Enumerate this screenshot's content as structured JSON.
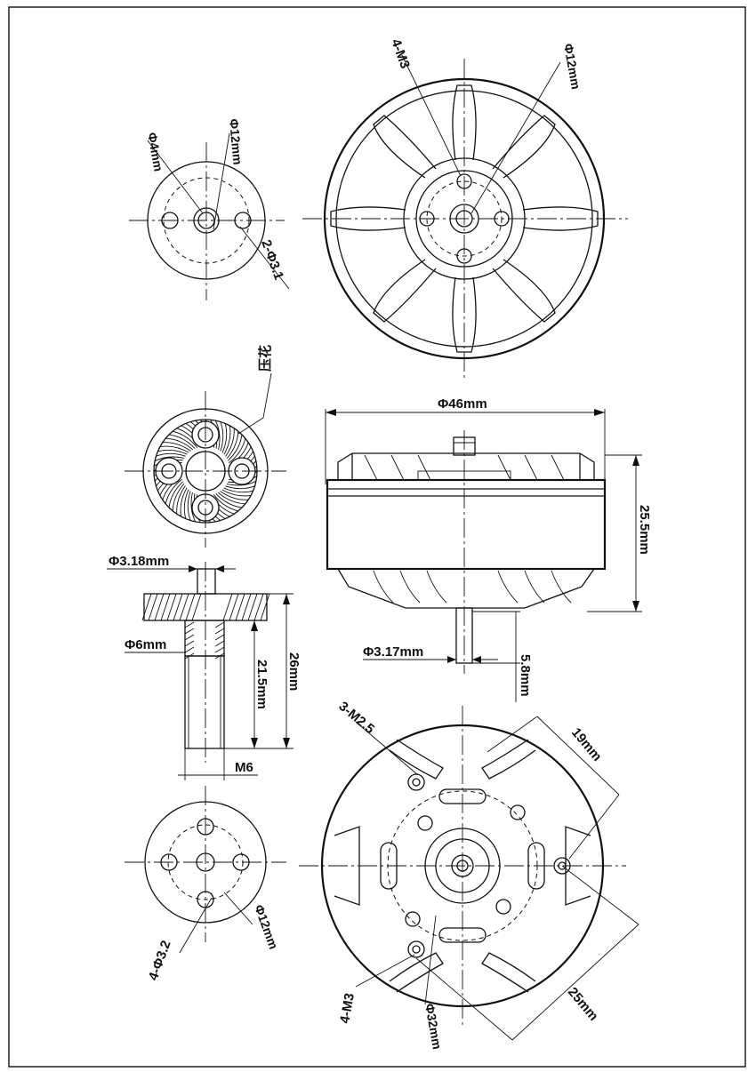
{
  "labels": {
    "mount_4m3": "4-M3",
    "mount_phi12_top": "Φ12mm",
    "prop_phi4": "Φ4mm",
    "prop_phi12": "Φ12mm",
    "prop_2phi31": "2-Φ3.1",
    "press_fit": "压花",
    "outer_dia": "Φ46mm",
    "height": "25.5mm",
    "shaft_dia": "Φ3.17mm",
    "shaft_len": "5.8mm",
    "adapter_shaft": "Φ3.18mm",
    "adapter_bore": "Φ6mm",
    "adapter_len": "21.5mm",
    "adapter_total": "26mm",
    "adapter_thread": "M6",
    "bottom_3m25": "3-M2.5",
    "bottom_19": "19mm",
    "bottom_25": "25mm",
    "bottom_4m3": "4-M3",
    "bottom_phi32": "Φ32mm",
    "adapter_4phi32": "4-Φ3.2",
    "adapter_phi12": "Φ12mm"
  },
  "colors": {
    "ink": "#111111",
    "paper": "#ffffff"
  }
}
